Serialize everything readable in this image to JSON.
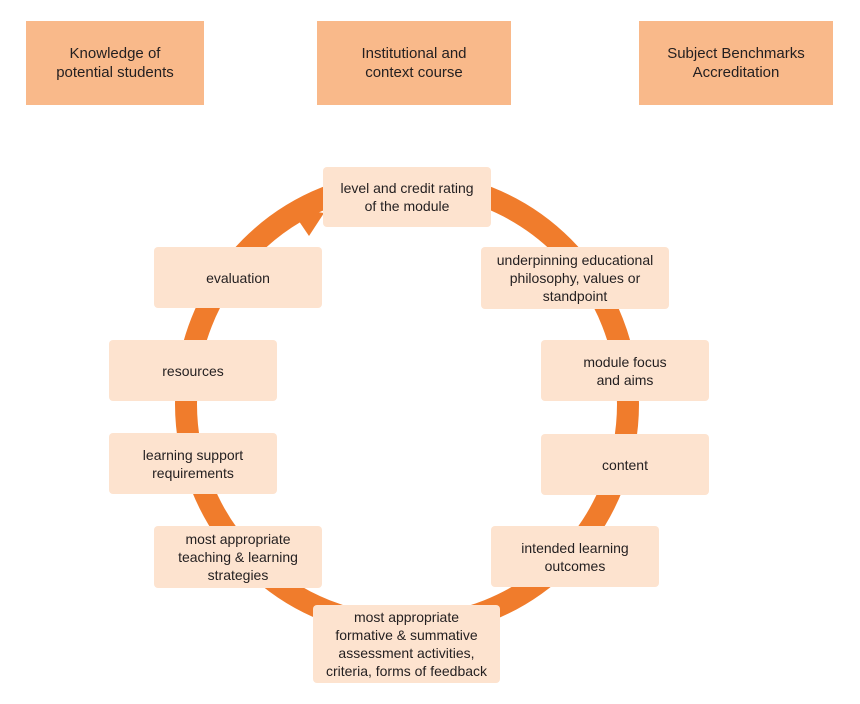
{
  "colors": {
    "top_box": "#f9b98a",
    "node_box": "#fde3cf",
    "ring": "#f07c2c",
    "text": "#231f20"
  },
  "top_boxes": [
    {
      "label": "Knowledge of\npotential students"
    },
    {
      "label": "Institutional and\ncontext course"
    },
    {
      "label": "Subject Benchmarks\nAccreditation"
    }
  ],
  "cycle": {
    "direction": "clockwise",
    "nodes": [
      {
        "label": "level and credit rating\nof the module"
      },
      {
        "label": "underpinning educational\nphilosophy, values or\nstandpoint"
      },
      {
        "label": "module focus\nand aims"
      },
      {
        "label": "content"
      },
      {
        "label": "intended learning\noutcomes"
      },
      {
        "label": "most appropriate\nformative & summative\nassessment activities,\ncriteria, forms of feedback"
      },
      {
        "label": "most appropriate\nteaching & learning\nstrategies"
      },
      {
        "label": "learning support\nrequirements"
      },
      {
        "label": "resources"
      },
      {
        "label": "evaluation"
      }
    ]
  }
}
